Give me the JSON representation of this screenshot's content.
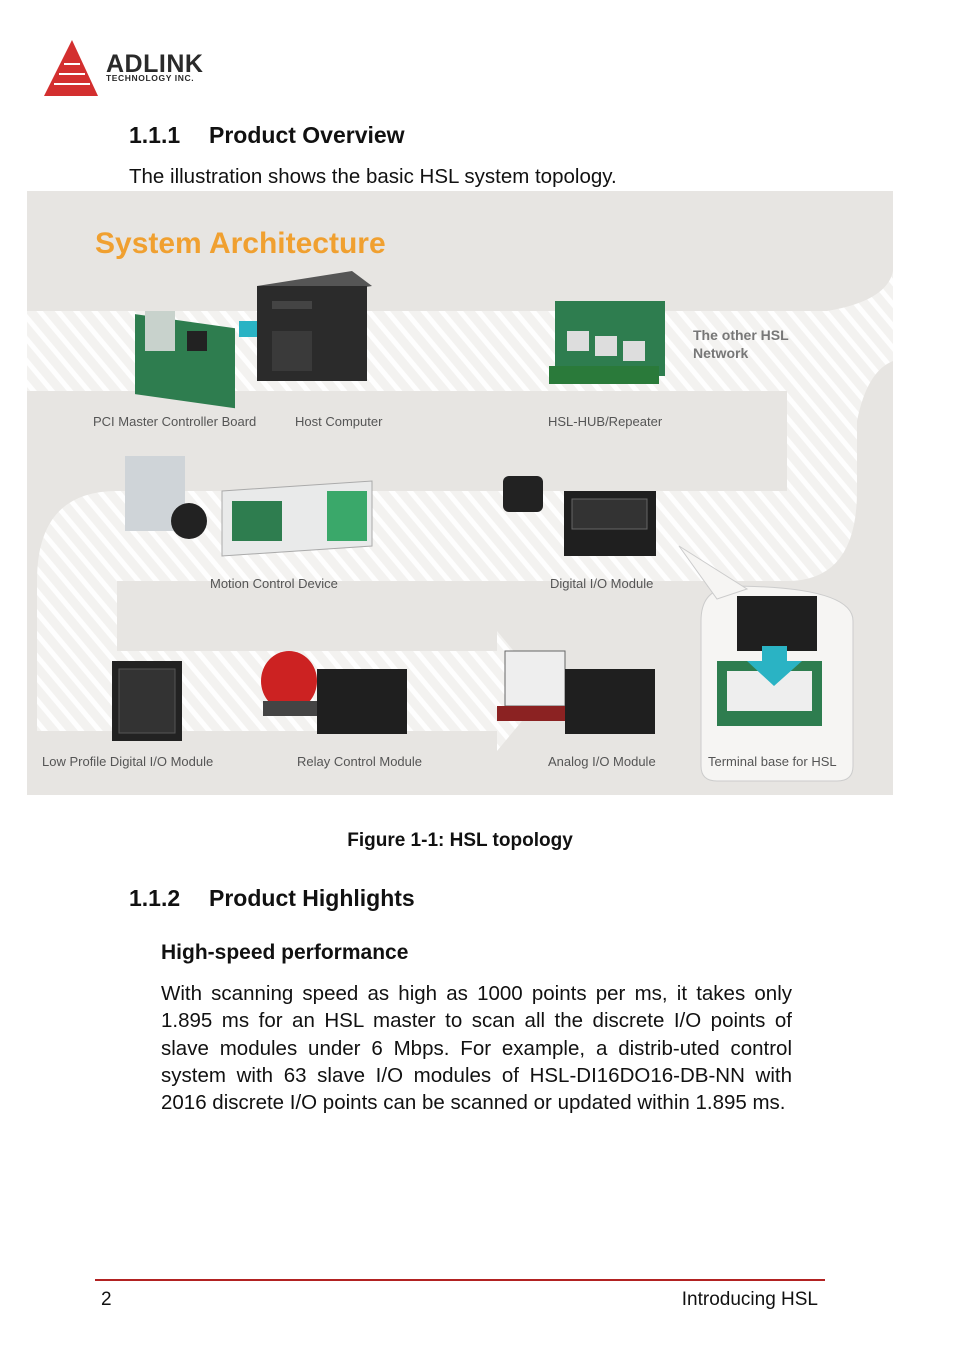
{
  "header": {
    "logo_text": "ADLINK",
    "logo_subtext": "TECHNOLOGY INC.",
    "logo_color": "#d32f2f"
  },
  "section_1": {
    "number": "1.1.1",
    "title": "Product Overview",
    "intro": "The illustration shows the basic HSL system topology."
  },
  "figure": {
    "heading": "System Architecture",
    "heading_color": "#f0a030",
    "labels": {
      "pci": "PCI Master Controller Board",
      "host": "Host Computer",
      "hub": "HSL-HUB/Repeater",
      "other_line1": "The other HSL",
      "other_line2": "Network",
      "motion": "Motion Control Device",
      "digital": "Digital I/O Module",
      "lowprofile": "Low Profile Digital I/O Module",
      "relay": "Relay Control Module",
      "analog": "Analog I/O Module",
      "terminal": "Terminal base for HSL"
    },
    "caption": "Figure 1-1: HSL topology"
  },
  "section_2": {
    "number": "1.1.2",
    "title": "Product Highlights",
    "subheading": "High-speed performance",
    "paragraph": "With scanning speed as high as 1000 points per ms, it takes only 1.895 ms for an HSL master to scan all the discrete I/O points of slave modules under 6 Mbps. For example, a distrib-uted control system with 63 slave I/O modules of HSL-DI16DO16-DB-NN with 2016 discrete I/O points can be scanned or updated within 1.895 ms."
  },
  "footer": {
    "page_number": "2",
    "chapter": "Introducing HSL",
    "rule_color": "#b22222"
  }
}
